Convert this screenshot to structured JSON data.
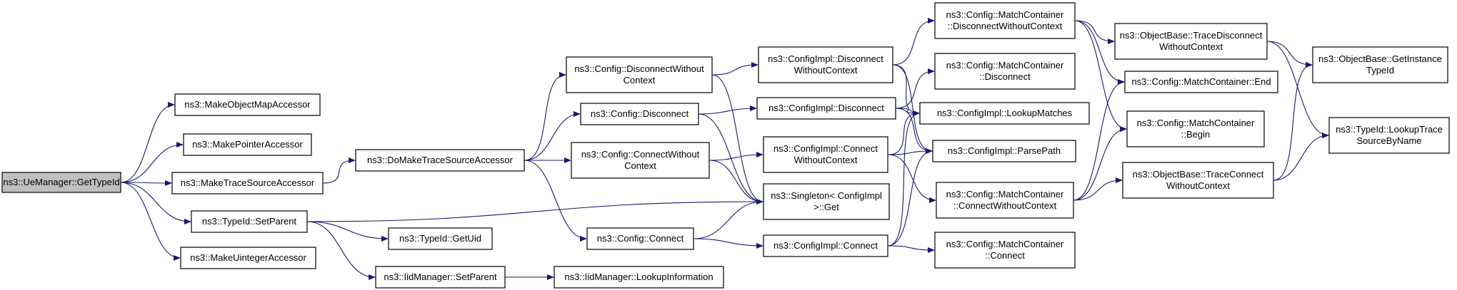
{
  "diagram": {
    "type": "call-graph",
    "colors": {
      "edge": "#191970",
      "root_fill": "#bfbfbf",
      "node_fill": "#ffffff",
      "border": "#000000"
    },
    "nodes": [
      {
        "id": "ue_gettypeid",
        "lines": [
          "ns3::UeManager::GetTypeId"
        ],
        "root": true
      },
      {
        "id": "make_objmap",
        "lines": [
          "ns3::MakeObjectMapAccessor"
        ]
      },
      {
        "id": "make_pointer",
        "lines": [
          "ns3::MakePointerAccessor"
        ]
      },
      {
        "id": "make_tracesrc",
        "lines": [
          "ns3::MakeTraceSourceAccessor"
        ]
      },
      {
        "id": "typeid_setparent",
        "lines": [
          "ns3::TypeId::SetParent"
        ]
      },
      {
        "id": "make_uinteger",
        "lines": [
          "ns3::MakeUintegerAccessor"
        ]
      },
      {
        "id": "domake_tracesrc",
        "lines": [
          "ns3::DoMakeTraceSourceAccessor"
        ]
      },
      {
        "id": "typeid_getuid",
        "lines": [
          "ns3::TypeId::GetUid"
        ]
      },
      {
        "id": "iid_setparent",
        "lines": [
          "ns3::IidManager::SetParent"
        ]
      },
      {
        "id": "iid_lookupinfo",
        "lines": [
          "ns3::IidManager::LookupInformation"
        ]
      },
      {
        "id": "cfg_disconnect_wc",
        "lines": [
          "ns3::Config::DisconnectWithout",
          "Context"
        ]
      },
      {
        "id": "cfg_disconnect",
        "lines": [
          "ns3::Config::Disconnect"
        ]
      },
      {
        "id": "cfg_connect_wc",
        "lines": [
          "ns3::Config::ConnectWithout",
          "Context"
        ]
      },
      {
        "id": "cfg_connect",
        "lines": [
          "ns3::Config::Connect"
        ]
      },
      {
        "id": "cimpl_disconnect_wc",
        "lines": [
          "ns3::ConfigImpl::Disconnect",
          "WithoutContext"
        ]
      },
      {
        "id": "cimpl_disconnect",
        "lines": [
          "ns3::ConfigImpl::Disconnect"
        ]
      },
      {
        "id": "cimpl_connect_wc",
        "lines": [
          "ns3::ConfigImpl::Connect",
          "WithoutContext"
        ]
      },
      {
        "id": "singleton_get",
        "lines": [
          "ns3::Singleton< ConfigImpl",
          " >::Get"
        ]
      },
      {
        "id": "cimpl_connect",
        "lines": [
          "ns3::ConfigImpl::Connect"
        ]
      },
      {
        "id": "mc_disconnect_wc",
        "lines": [
          "ns3::Config::MatchContainer",
          "::DisconnectWithoutContext"
        ]
      },
      {
        "id": "mc_disconnect",
        "lines": [
          "ns3::Config::MatchContainer",
          "::Disconnect"
        ]
      },
      {
        "id": "cimpl_lookupmatches",
        "lines": [
          "ns3::ConfigImpl::LookupMatches"
        ]
      },
      {
        "id": "cimpl_parsepath",
        "lines": [
          "ns3::ConfigImpl::ParsePath"
        ]
      },
      {
        "id": "mc_connect_wc",
        "lines": [
          "ns3::Config::MatchContainer",
          "::ConnectWithoutContext"
        ]
      },
      {
        "id": "mc_connect",
        "lines": [
          "ns3::Config::MatchContainer",
          "::Connect"
        ]
      },
      {
        "id": "ob_tracedisconnect_wc",
        "lines": [
          "ns3::ObjectBase::TraceDisconnect",
          "WithoutContext"
        ]
      },
      {
        "id": "mc_end",
        "lines": [
          "ns3::Config::MatchContainer::End"
        ]
      },
      {
        "id": "mc_begin",
        "lines": [
          "ns3::Config::MatchContainer",
          "::Begin"
        ]
      },
      {
        "id": "ob_traceconnect_wc",
        "lines": [
          "ns3::ObjectBase::TraceConnect",
          "WithoutContext"
        ]
      },
      {
        "id": "ob_getinstancetypeid",
        "lines": [
          "ns3::ObjectBase::GetInstance",
          "TypeId"
        ]
      },
      {
        "id": "typeid_lookuptrace",
        "lines": [
          "ns3::TypeId::LookupTrace",
          "SourceByName"
        ]
      }
    ],
    "edges": [
      [
        "ue_gettypeid",
        "make_objmap"
      ],
      [
        "ue_gettypeid",
        "make_pointer"
      ],
      [
        "ue_gettypeid",
        "make_tracesrc"
      ],
      [
        "ue_gettypeid",
        "typeid_setparent"
      ],
      [
        "ue_gettypeid",
        "make_uinteger"
      ],
      [
        "make_tracesrc",
        "domake_tracesrc"
      ],
      [
        "typeid_setparent",
        "singleton_get"
      ],
      [
        "typeid_setparent",
        "typeid_getuid"
      ],
      [
        "typeid_setparent",
        "iid_setparent"
      ],
      [
        "iid_setparent",
        "iid_lookupinfo"
      ],
      [
        "domake_tracesrc",
        "cfg_disconnect_wc"
      ],
      [
        "domake_tracesrc",
        "cfg_disconnect"
      ],
      [
        "domake_tracesrc",
        "cfg_connect_wc"
      ],
      [
        "domake_tracesrc",
        "cfg_connect"
      ],
      [
        "cfg_disconnect_wc",
        "cimpl_disconnect_wc"
      ],
      [
        "cfg_disconnect_wc",
        "singleton_get"
      ],
      [
        "cfg_disconnect",
        "cimpl_disconnect"
      ],
      [
        "cfg_disconnect",
        "singleton_get"
      ],
      [
        "cfg_connect_wc",
        "cimpl_connect_wc"
      ],
      [
        "cfg_connect_wc",
        "singleton_get"
      ],
      [
        "cfg_connect",
        "singleton_get"
      ],
      [
        "cfg_connect",
        "cimpl_connect"
      ],
      [
        "cimpl_disconnect_wc",
        "mc_disconnect_wc"
      ],
      [
        "cimpl_disconnect_wc",
        "cimpl_lookupmatches"
      ],
      [
        "cimpl_disconnect_wc",
        "cimpl_parsepath"
      ],
      [
        "cimpl_disconnect",
        "mc_disconnect"
      ],
      [
        "cimpl_disconnect",
        "cimpl_lookupmatches"
      ],
      [
        "cimpl_disconnect",
        "cimpl_parsepath"
      ],
      [
        "cimpl_connect_wc",
        "cimpl_lookupmatches"
      ],
      [
        "cimpl_connect_wc",
        "cimpl_parsepath"
      ],
      [
        "cimpl_connect_wc",
        "mc_connect_wc"
      ],
      [
        "cimpl_connect",
        "cimpl_lookupmatches"
      ],
      [
        "cimpl_connect",
        "cimpl_parsepath"
      ],
      [
        "cimpl_connect",
        "mc_connect"
      ],
      [
        "mc_disconnect_wc",
        "ob_tracedisconnect_wc"
      ],
      [
        "mc_disconnect_wc",
        "mc_end"
      ],
      [
        "mc_disconnect_wc",
        "mc_begin"
      ],
      [
        "mc_connect_wc",
        "mc_end"
      ],
      [
        "mc_connect_wc",
        "mc_begin"
      ],
      [
        "mc_connect_wc",
        "ob_traceconnect_wc"
      ],
      [
        "ob_tracedisconnect_wc",
        "ob_getinstancetypeid"
      ],
      [
        "ob_tracedisconnect_wc",
        "typeid_lookuptrace"
      ],
      [
        "ob_traceconnect_wc",
        "ob_getinstancetypeid"
      ],
      [
        "ob_traceconnect_wc",
        "typeid_lookuptrace"
      ]
    ]
  }
}
